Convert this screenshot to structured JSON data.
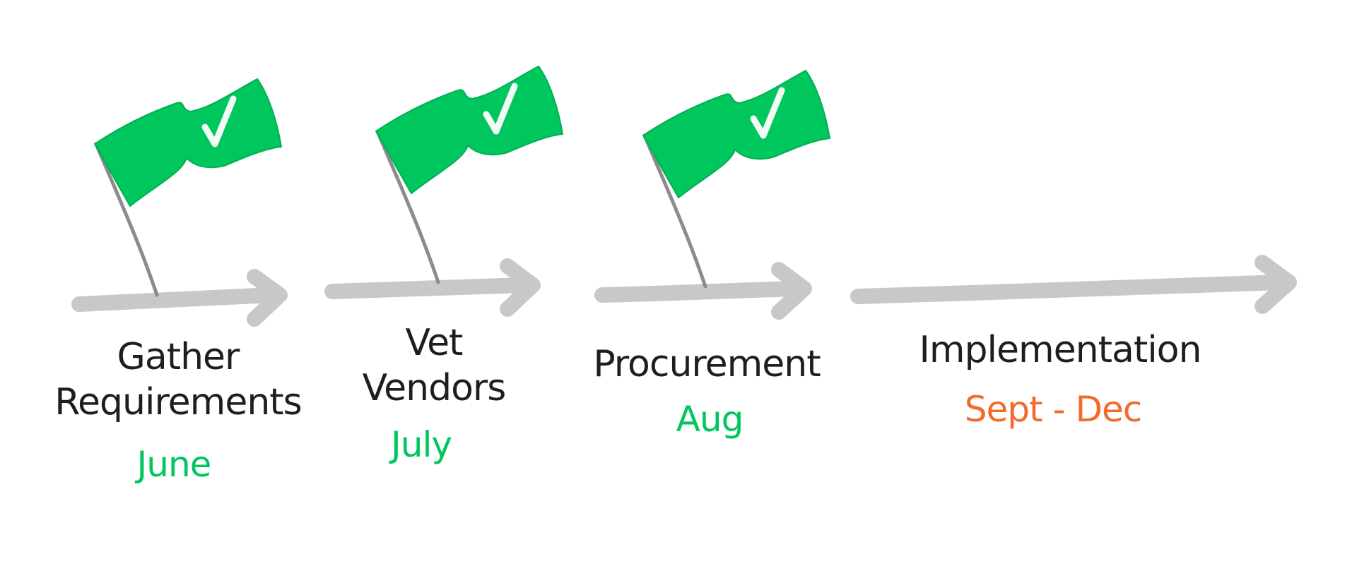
{
  "colors": {
    "flag_green": "#00c65e",
    "arrow_gray": "#c8c8c8",
    "pole_gray": "#8c8c8c",
    "text_dark": "#1e1e1e",
    "done_green": "#00c65e",
    "upcoming_orange": "#f26b2a"
  },
  "stages": [
    {
      "label_lines": [
        "Gather",
        "Requirements"
      ],
      "date": "June",
      "status": "complete",
      "flag_icon": "checkmark-flag-icon"
    },
    {
      "label_lines": [
        "Vet",
        "Vendors"
      ],
      "date": "July",
      "status": "complete",
      "flag_icon": "checkmark-flag-icon"
    },
    {
      "label_lines": [
        "Procurement"
      ],
      "date": "Aug",
      "status": "complete",
      "flag_icon": "checkmark-flag-icon"
    },
    {
      "label_lines": [
        "Implementation"
      ],
      "date": "Sept - Dec",
      "status": "upcoming",
      "flag_icon": ""
    }
  ]
}
